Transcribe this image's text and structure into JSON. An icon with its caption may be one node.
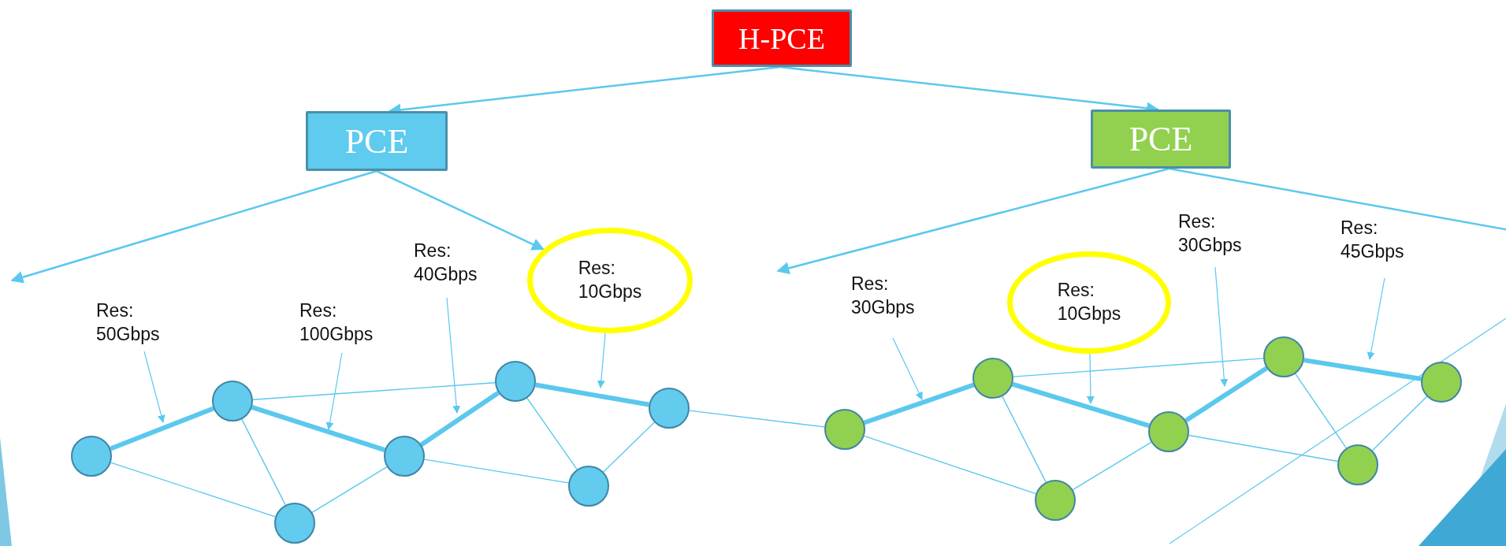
{
  "diagram": {
    "nodes": [
      {
        "text": [
          "H-PCE"
        ]
      },
      {
        "text": [
          "PCE"
        ]
      },
      {
        "text": [
          "PCE"
        ]
      },
      {
        "text": [
          "Res: 50Gbps"
        ]
      },
      {
        "text": [
          "Res: 100Gbps"
        ]
      },
      {
        "text": [
          "Res: 40Gbps"
        ]
      },
      {
        "text": [
          "Res: 10Gbps"
        ]
      },
      {
        "text": [
          "Res: 30Gbps"
        ]
      },
      {
        "text": [
          "Res: 10Gbps"
        ]
      },
      {
        "text": [
          "Res: 30Gbps"
        ]
      },
      {
        "text": [
          "Res: 45Gbps"
        ]
      },
      {
        "text": [],
        "shape": "circle"
      },
      {
        "text": [],
        "shape": "circle"
      },
      {
        "text": [],
        "shape": "circle"
      },
      {
        "text": [],
        "shape": "circle"
      },
      {
        "text": [],
        "shape": "circle"
      },
      {
        "text": [],
        "shape": "circle"
      },
      {
        "text": [],
        "shape": "circle"
      },
      {
        "text": [],
        "shape": "circle"
      },
      {
        "text": [],
        "shape": "circle"
      },
      {
        "text": [],
        "shape": "circle"
      },
      {
        "text": [],
        "shape": "circle"
      },
      {
        "text": [],
        "shape": "circle"
      },
      {
        "text": [],
        "shape": "circle"
      },
      {
        "text": [],
        "shape": "circle"
      }
    ],
    "edges": [
      {
        "from": 0,
        "to": 1,
        "arrow": "to"
      },
      {
        "from": 0,
        "to": 2,
        "arrow": "to"
      },
      {
        "from": 1,
        "to": null,
        "arrow": "to"
      },
      {
        "from": 1,
        "to": 6,
        "arrow": "to"
      },
      {
        "from": 2,
        "to": null,
        "arrow": "to"
      },
      {
        "from": 2,
        "to": null,
        "arrow": "none"
      },
      {
        "from": 3,
        "to": null,
        "arrow": "to"
      },
      {
        "from": 4,
        "to": null,
        "arrow": "to"
      },
      {
        "from": 5,
        "to": null,
        "arrow": "to"
      },
      {
        "from": 6,
        "to": null,
        "arrow": "to"
      },
      {
        "from": 7,
        "to": null,
        "arrow": "to"
      },
      {
        "from": 8,
        "to": null,
        "arrow": "to"
      },
      {
        "from": 9,
        "to": null,
        "arrow": "to"
      },
      {
        "from": 10,
        "to": null,
        "arrow": "to"
      },
      {
        "from": 11,
        "to": 12,
        "arrow": "none",
        "style": "thick"
      },
      {
        "from": 12,
        "to": 14,
        "arrow": "none",
        "style": "thick"
      },
      {
        "from": 14,
        "to": 15,
        "arrow": "none",
        "style": "thick"
      },
      {
        "from": 15,
        "to": 17,
        "arrow": "none",
        "style": "thick"
      },
      {
        "from": 11,
        "to": 13,
        "arrow": "none"
      },
      {
        "from": 12,
        "to": 13,
        "arrow": "none"
      },
      {
        "from": 13,
        "to": 14,
        "arrow": "none"
      },
      {
        "from": 12,
        "to": 15,
        "arrow": "none"
      },
      {
        "from": 14,
        "to": 16,
        "arrow": "none"
      },
      {
        "from": 15,
        "to": 16,
        "arrow": "none"
      },
      {
        "from": 16,
        "to": 17,
        "arrow": "none"
      },
      {
        "from": 17,
        "to": 18,
        "arrow": "none"
      },
      {
        "from": 18,
        "to": 19,
        "arrow": "none",
        "style": "thick"
      },
      {
        "from": 19,
        "to": 21,
        "arrow": "none",
        "style": "thick"
      },
      {
        "from": 21,
        "to": 22,
        "arrow": "none",
        "style": "thick"
      },
      {
        "from": 22,
        "to": 24,
        "arrow": "none",
        "style": "thick"
      },
      {
        "from": 18,
        "to": 20,
        "arrow": "none"
      },
      {
        "from": 19,
        "to": 20,
        "arrow": "none"
      },
      {
        "from": 20,
        "to": 21,
        "arrow": "none"
      },
      {
        "from": 19,
        "to": 22,
        "arrow": "none"
      },
      {
        "from": 21,
        "to": 23,
        "arrow": "none"
      },
      {
        "from": 22,
        "to": 23,
        "arrow": "none"
      },
      {
        "from": 23,
        "to": 24,
        "arrow": "none"
      }
    ]
  }
}
